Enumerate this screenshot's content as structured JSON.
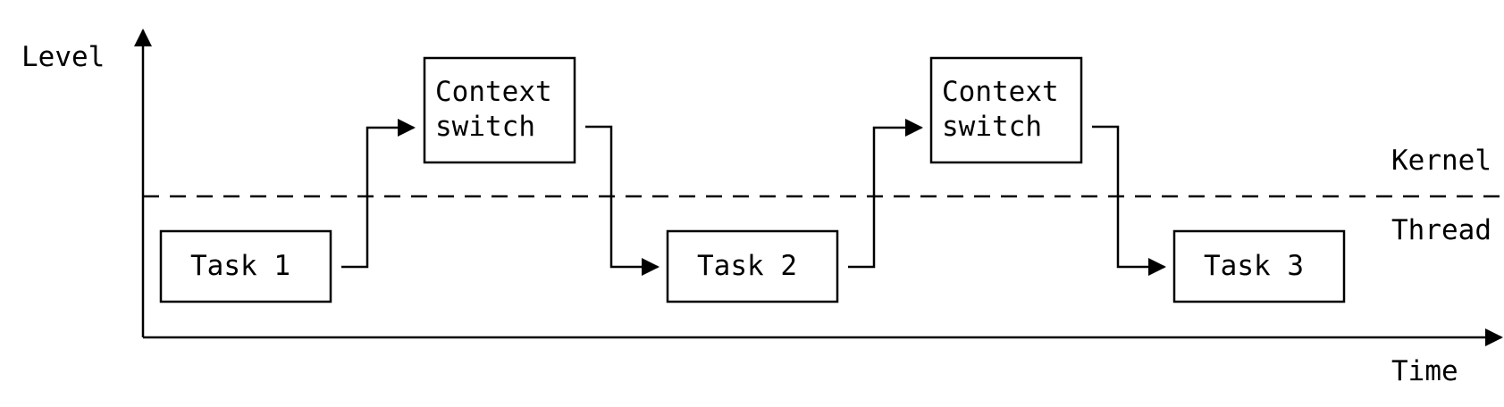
{
  "axes": {
    "y_label": "Level",
    "x_label": "Time"
  },
  "levels": {
    "upper": "Kernel",
    "lower": "Thread"
  },
  "boxes": {
    "task1": "Task 1",
    "switch1_line1": "Context",
    "switch1_line2": "switch",
    "task2": "Task 2",
    "switch2_line1": "Context",
    "switch2_line2": "switch",
    "task3": "Task 3"
  }
}
